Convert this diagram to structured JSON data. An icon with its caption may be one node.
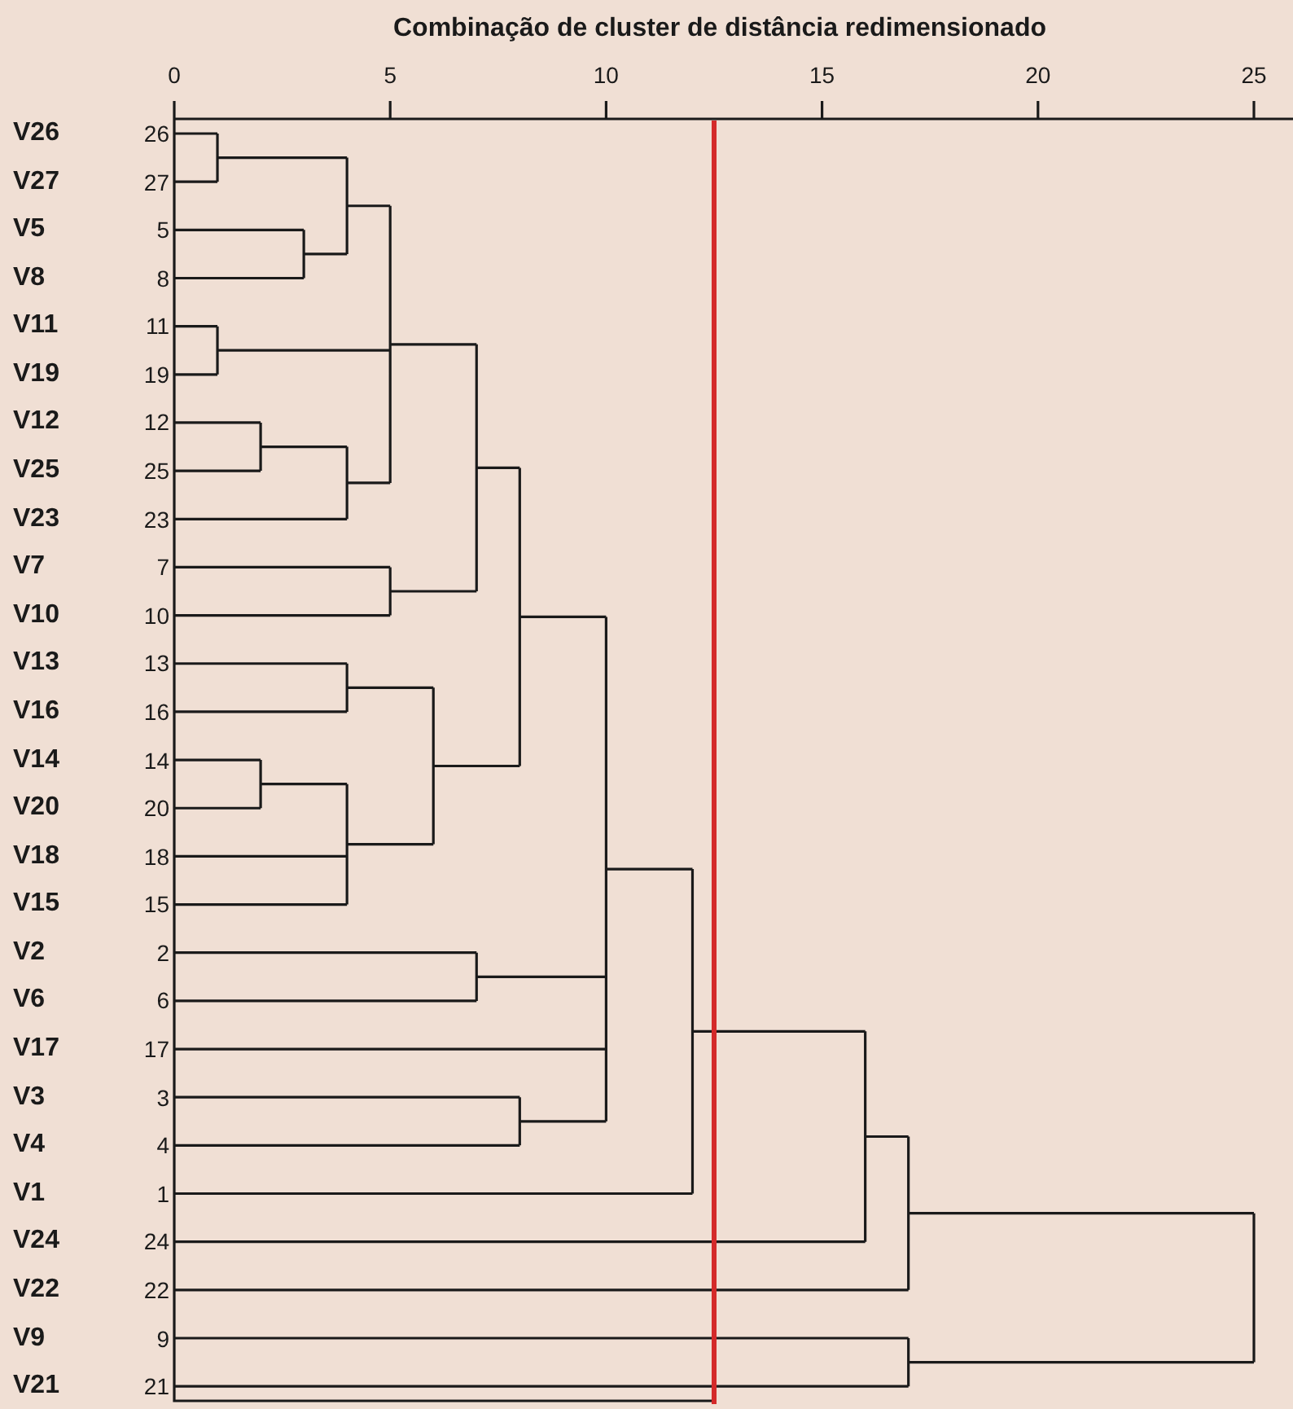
{
  "diagram": {
    "title": "Combinação de cluster de distância redimensionado",
    "labels": [
      "0",
      "5",
      "10",
      "15",
      "20",
      "25",
      "V26",
      "26",
      "V27",
      "27",
      "V5",
      "5",
      "V8",
      "8",
      "V11",
      "11",
      "V19",
      "19",
      "V12",
      "12",
      "V25",
      "25",
      "V23",
      "23",
      "V7",
      "7",
      "V10",
      "10",
      "V13",
      "13",
      "V16",
      "16",
      "V14",
      "14",
      "V20",
      "20",
      "V18",
      "18",
      "V15",
      "15",
      "V2",
      "2",
      "V6",
      "6",
      "V17",
      "17",
      "V3",
      "3",
      "V4",
      "4",
      "V1",
      "1",
      "V24",
      "24",
      "V22",
      "22",
      "V9",
      "9",
      "V21",
      "21"
    ]
  }
}
